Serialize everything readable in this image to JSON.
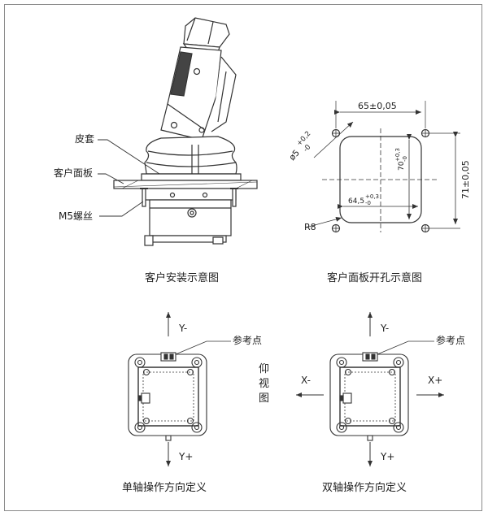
{
  "install": {
    "label_boot": "皮套",
    "label_panel": "客户面板",
    "label_screw": "M5螺丝",
    "caption": "客户安装示意图"
  },
  "cutout": {
    "width_dim": "65±0,05",
    "height_dim": "71±0,05",
    "hole_dim_main": "ø5",
    "hole_dim_tol_upper": "+0,2",
    "hole_dim_tol_lower": "-0",
    "inner_w_main": "64,5",
    "inner_w_tol_upper": "+0,3",
    "inner_w_tol_lower": "-0",
    "inner_h_main": "70",
    "inner_h_tol_upper": "+0,3",
    "inner_h_tol_lower": "-0",
    "radius": "R8",
    "caption": "客户面板开孔示意图"
  },
  "single_axis": {
    "y_minus": "Y-",
    "y_plus": "Y+",
    "reference": "参考点",
    "caption": "单轴操作方向定义"
  },
  "bottom_view_label": "仰视图",
  "dual_axis": {
    "y_minus": "Y-",
    "y_plus": "Y+",
    "x_minus": "X-",
    "x_plus": "X+",
    "reference": "参考点",
    "caption": "双轴操作方向定义"
  },
  "colors": {
    "line": "#333333",
    "dash": "#555555",
    "frame": "#8a8a8a"
  }
}
